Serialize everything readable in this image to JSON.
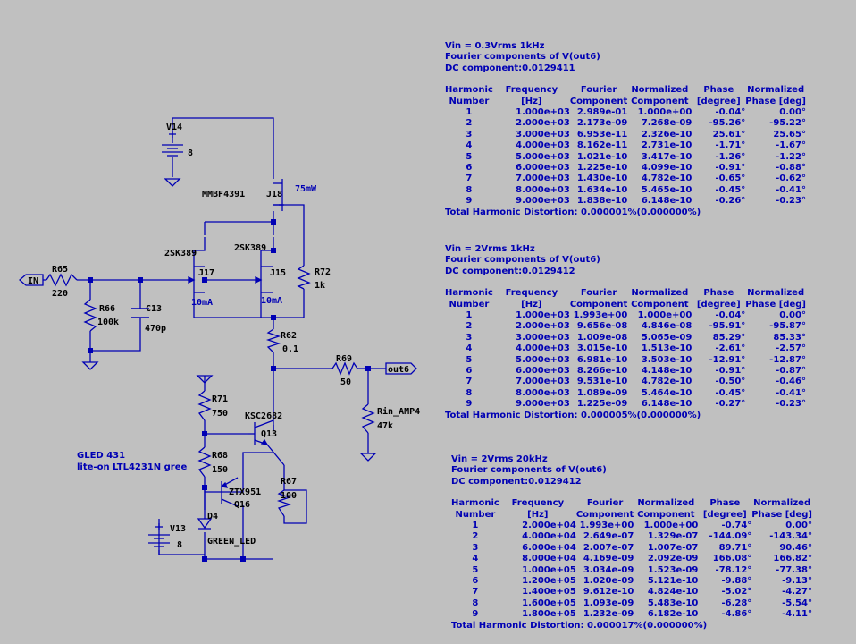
{
  "schematic": {
    "labels": {
      "v14": "V14",
      "v14_val": "8",
      "j18_part": "MMBF4391",
      "j18": "J18",
      "j18_power": "75mW",
      "j17_part": "2SK389",
      "j17": "J17",
      "j17_current": "10mA",
      "j15_part": "2SK389",
      "j15": "J15",
      "j15_current": "10mA",
      "r72": "R72",
      "r72_val": "1k",
      "in_port": "IN",
      "r65": "R65",
      "r65_val": "220",
      "r66": "R66",
      "r66_val": "100k",
      "c13": "C13",
      "c13_val": "470p",
      "r62": "R62",
      "r62_val": "0.1",
      "r69": "R69",
      "r69_val": "50",
      "out_port": "out6",
      "rin": "Rin_AMP4",
      "rin_val": "47k",
      "r71": "R71",
      "r71_val": "750",
      "q13_part": "KSC2682",
      "q13": "Q13",
      "led_note_1": "GLED 431",
      "led_note_2": "lite-on LTL4231N gree",
      "r68": "R68",
      "r68_val": "150",
      "q16_part": "ZTX951",
      "q16": "Q16",
      "r67": "R67",
      "r67_val": "100",
      "d4": "D4",
      "d4_part": "GREEN_LED",
      "v13": "V13",
      "v13_val": "8"
    }
  },
  "fourier": [
    {
      "title": "Vin = 0.3Vrms 1kHz",
      "subtitle": "Fourier components of V(out6)",
      "dc": "DC component:0.0129411",
      "headers1": [
        "Harmonic",
        "Frequency",
        "Fourier",
        "Normalized",
        "Phase",
        "Normalized"
      ],
      "headers2": [
        "Number",
        "[Hz]",
        "Component",
        "Component",
        "[degree]",
        "Phase [deg]"
      ],
      "rows": [
        [
          "1",
          "1.000e+03",
          "2.989e-01",
          "1.000e+00",
          "-0.04°",
          "0.00°"
        ],
        [
          "2",
          "2.000e+03",
          "2.173e-09",
          "7.268e-09",
          "-95.26°",
          "-95.22°"
        ],
        [
          "3",
          "3.000e+03",
          "6.953e-11",
          "2.326e-10",
          "25.61°",
          "25.65°"
        ],
        [
          "4",
          "4.000e+03",
          "8.162e-11",
          "2.731e-10",
          "-1.71°",
          "-1.67°"
        ],
        [
          "5",
          "5.000e+03",
          "1.021e-10",
          "3.417e-10",
          "-1.26°",
          "-1.22°"
        ],
        [
          "6",
          "6.000e+03",
          "1.225e-10",
          "4.099e-10",
          "-0.91°",
          "-0.88°"
        ],
        [
          "7",
          "7.000e+03",
          "1.430e-10",
          "4.782e-10",
          "-0.65°",
          "-0.62°"
        ],
        [
          "8",
          "8.000e+03",
          "1.634e-10",
          "5.465e-10",
          "-0.45°",
          "-0.41°"
        ],
        [
          "9",
          "9.000e+03",
          "1.838e-10",
          "6.148e-10",
          "-0.26°",
          "-0.23°"
        ]
      ],
      "thd": "Total Harmonic Distortion: 0.000001%(0.000000%)"
    },
    {
      "title": "Vin = 2Vrms 1kHz",
      "subtitle": "Fourier components of V(out6)",
      "dc": "DC component:0.0129412",
      "headers1": [
        "Harmonic",
        "Frequency",
        "Fourier",
        "Normalized",
        "Phase",
        "Normalized"
      ],
      "headers2": [
        "Number",
        "[Hz]",
        "Component",
        "Component",
        "[degree]",
        "Phase [deg]"
      ],
      "rows": [
        [
          "1",
          "1.000e+03",
          "1.993e+00",
          "1.000e+00",
          "-0.04°",
          "0.00°"
        ],
        [
          "2",
          "2.000e+03",
          "9.656e-08",
          "4.846e-08",
          "-95.91°",
          "-95.87°"
        ],
        [
          "3",
          "3.000e+03",
          "1.009e-08",
          "5.065e-09",
          "85.29°",
          "85.33°"
        ],
        [
          "4",
          "4.000e+03",
          "3.015e-10",
          "1.513e-10",
          "-2.61°",
          "-2.57°"
        ],
        [
          "5",
          "5.000e+03",
          "6.981e-10",
          "3.503e-10",
          "-12.91°",
          "-12.87°"
        ],
        [
          "6",
          "6.000e+03",
          "8.266e-10",
          "4.148e-10",
          "-0.91°",
          "-0.87°"
        ],
        [
          "7",
          "7.000e+03",
          "9.531e-10",
          "4.782e-10",
          "-0.50°",
          "-0.46°"
        ],
        [
          "8",
          "8.000e+03",
          "1.089e-09",
          "5.464e-10",
          "-0.45°",
          "-0.41°"
        ],
        [
          "9",
          "9.000e+03",
          "1.225e-09",
          "6.148e-10",
          "-0.27°",
          "-0.23°"
        ]
      ],
      "thd": "Total Harmonic Distortion: 0.000005%(0.000000%)"
    },
    {
      "title": "Vin = 2Vrms 20kHz",
      "subtitle": "Fourier components of V(out6)",
      "dc": "DC component:0.0129412",
      "headers1": [
        "Harmonic",
        "Frequency",
        "Fourier",
        "Normalized",
        "Phase",
        "Normalized"
      ],
      "headers2": [
        "Number",
        "[Hz]",
        "Component",
        "Component",
        "[degree]",
        "Phase [deg]"
      ],
      "rows": [
        [
          "1",
          "2.000e+04",
          "1.993e+00",
          "1.000e+00",
          "-0.74°",
          "0.00°"
        ],
        [
          "2",
          "4.000e+04",
          "2.649e-07",
          "1.329e-07",
          "-144.09°",
          "-143.34°"
        ],
        [
          "3",
          "6.000e+04",
          "2.007e-07",
          "1.007e-07",
          "89.71°",
          "90.46°"
        ],
        [
          "4",
          "8.000e+04",
          "4.169e-09",
          "2.092e-09",
          "166.08°",
          "166.82°"
        ],
        [
          "5",
          "1.000e+05",
          "3.034e-09",
          "1.523e-09",
          "-78.12°",
          "-77.38°"
        ],
        [
          "6",
          "1.200e+05",
          "1.020e-09",
          "5.121e-10",
          "-9.88°",
          "-9.13°"
        ],
        [
          "7",
          "1.400e+05",
          "9.612e-10",
          "4.824e-10",
          "-5.02°",
          "-4.27°"
        ],
        [
          "8",
          "1.600e+05",
          "1.093e-09",
          "5.483e-10",
          "-6.28°",
          "-5.54°"
        ],
        [
          "9",
          "1.800e+05",
          "1.232e-09",
          "6.182e-10",
          "-4.86°",
          "-4.11°"
        ]
      ],
      "thd": "Total Harmonic Distortion: 0.000017%(0.000000%)"
    }
  ]
}
